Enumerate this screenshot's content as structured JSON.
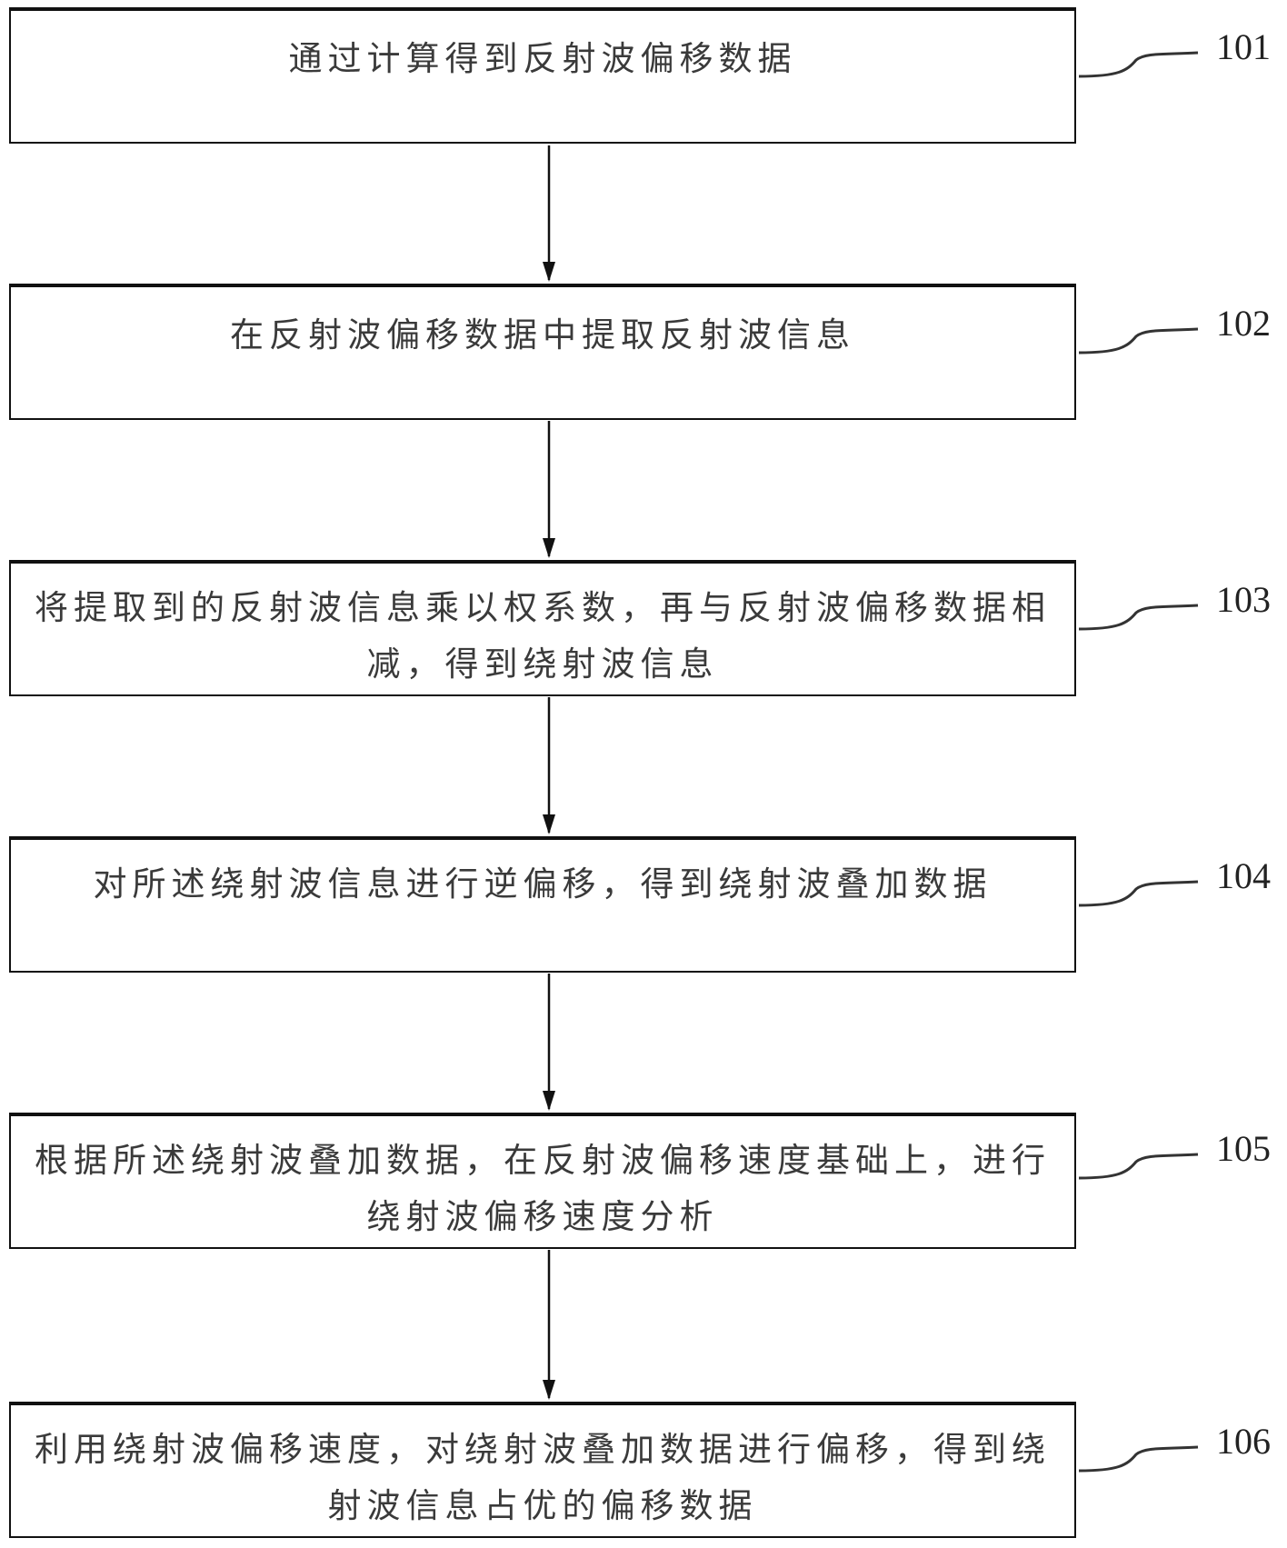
{
  "steps": [
    {
      "id": "101",
      "text": "通过计算得到反射波偏移数据"
    },
    {
      "id": "102",
      "text": "在反射波偏移数据中提取反射波信息"
    },
    {
      "id": "103",
      "text": "将提取到的反射波信息乘以权系数，再与反射波偏移数据相减，得到绕射波信息"
    },
    {
      "id": "104",
      "text": "对所述绕射波信息进行逆偏移，得到绕射波叠加数据"
    },
    {
      "id": "105",
      "text": "根据所述绕射波叠加数据，在反射波偏移速度基础上，进行绕射波偏移速度分析"
    },
    {
      "id": "106",
      "text": "利用绕射波偏移速度，对绕射波叠加数据进行偏移，得到绕射波信息占优的偏移数据"
    }
  ]
}
